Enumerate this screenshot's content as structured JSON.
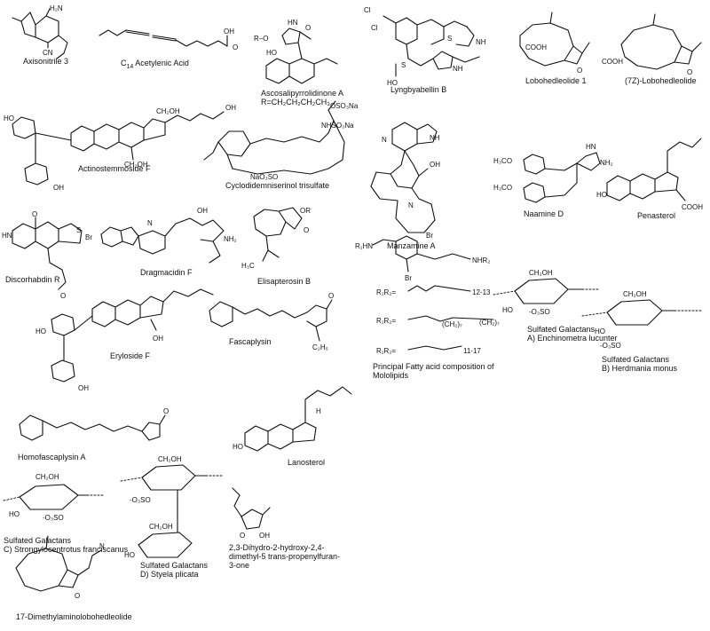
{
  "captions": {
    "axisonitrile": "Axisonitrile 3",
    "c14_prefix": "C",
    "c14_sub": "14",
    "c14_suffix": " Acetylenic Acid",
    "ascosali": "Ascosalipyrrolidinone A",
    "ascosali_r": "R=CH₂CH₂CH₂CH₃",
    "lyngby": "Lyngbyabellin B",
    "lobohed1": "Lobohedleolide 1",
    "lobohed7z": "(7Z)-Lobohedleolide",
    "actino": "Actinostemmoside F",
    "cyclodid": "Cyclodidemniserinol trisulfate",
    "manzamine": "Manzamine A",
    "naamine": "Naamine D",
    "penasterol": "Penasterol",
    "discorhabdin": "Discorhabdin R",
    "dragmacidin": "Dragmacidin F",
    "elisapterosin": "Elisapterosin B",
    "fascaplysin": "Fascaplysin",
    "eryloside": "Eryloside F",
    "homofasc": "Homofascaplysin A",
    "lanosterol": "Lanosterol",
    "mololipids": "Principal Fatty acid composition of Mololipids",
    "galactan_a_title": "Sulfated Galactans",
    "galactan_a_sp": "A) Enchinometra lucunter",
    "galactan_b_title": "Sulfated Galactans",
    "galactan_b_sp": "B) Herdmania monus",
    "galactan_c_title": "Sulfated Galactans",
    "galactan_c_sp": "C) Strongylocentrotus franciscanus",
    "galactan_d_title": "Sulfated Galactans",
    "galactan_d_sp": "D) Styela plicata",
    "furanone": "2,3-Dihydro-2-hydroxy-2,4-dimethyl-5 trans-propenylfuran-3-one",
    "dimethylamino": "17-Dimethylaminolobohedleolide"
  },
  "atom_labels": {
    "h2n": "H₂N",
    "cn": "CN",
    "ho": "HO",
    "o": "O",
    "oh": "OH",
    "cl": "Cl",
    "s": "S",
    "n": "N",
    "nh": "NH",
    "h": "H",
    "hn": "HN",
    "br": "Br",
    "cooh": "COOH",
    "h3co": "H₃CO",
    "nh2": "NH₂",
    "ch2oh": "CH₂OH",
    "oso3na": "OSO₃Na",
    "nhso3na": "NHSO₃Na",
    "naoso": "NaO₃SO",
    "or": "OR",
    "r_o": "R–O",
    "h3c": "H₃C",
    "c2h5": "C₂H₅",
    "r1hn": "R₁HN",
    "nhr2": "NHR₂",
    "r1r2": "R₁R₂=",
    "range1": "12-13",
    "range2": "11-17",
    "ch2_7": "(CH₂)₇",
    "ch2_7b": "(CH₂)₇",
    "oso3": "-O₃SO",
    "oso3b": "-O₃SO",
    "oso3c": "-O₃SO",
    "oso3d": "-O₃SO"
  }
}
